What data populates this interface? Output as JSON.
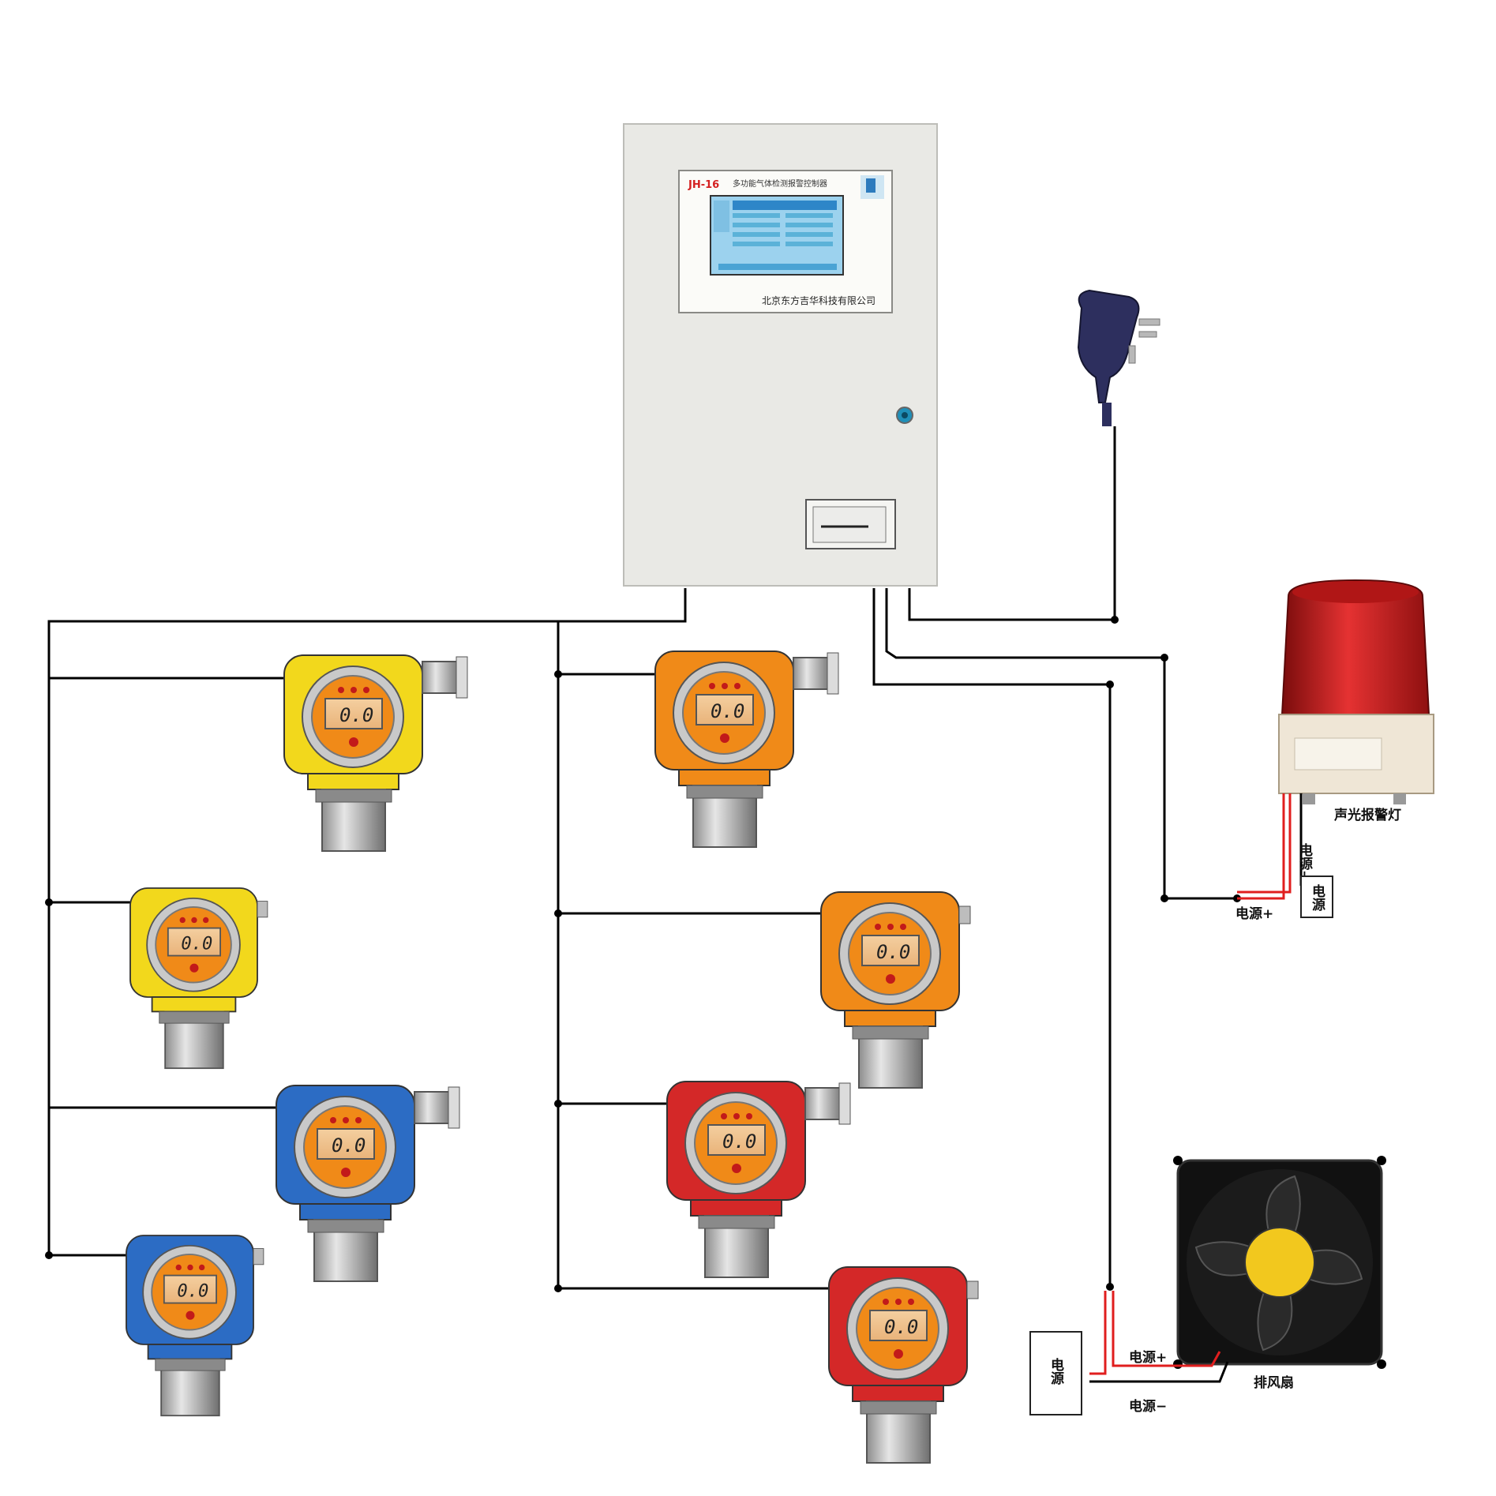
{
  "controller": {
    "model": "JH-16",
    "title": "多功能气体检测报警控制器",
    "company": "北京东方吉华科技有限公司"
  },
  "detectors": [
    {
      "reading": "0.0",
      "color": "#f2d81c"
    },
    {
      "reading": "0.0",
      "color": "#f2d81c"
    },
    {
      "reading": "0.0",
      "color": "#2c6cc4"
    },
    {
      "reading": "0.0",
      "color": "#2c6cc4"
    },
    {
      "reading": "0.0",
      "color": "#f08a18"
    },
    {
      "reading": "0.0",
      "color": "#f08a18"
    },
    {
      "reading": "0.0",
      "color": "#d42828"
    },
    {
      "reading": "0.0",
      "color": "#d42828"
    }
  ],
  "alarm_light": {
    "label": "声光报警灯",
    "power_box_label": "电源",
    "power_plus": "电源+",
    "power_minus": "电源−"
  },
  "fan": {
    "label": "排风扇",
    "power_box_label": "电源",
    "power_plus": "电源+",
    "power_minus": "电源−"
  },
  "colors": {
    "wire": "#000000",
    "wire_power": "#e01e1e",
    "panel": "#e9e9e5",
    "screen": "#9cd2ee"
  }
}
